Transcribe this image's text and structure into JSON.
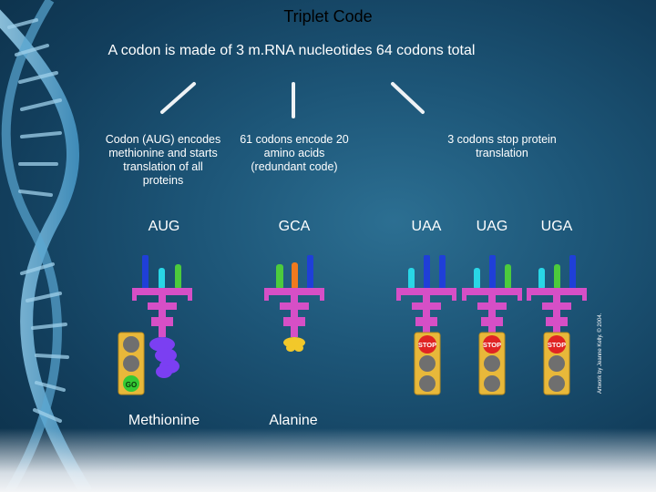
{
  "slide": {
    "title": "Triplet Code",
    "subtitle": "A codon is made of 3 m.RNA nucleotides 64 codons total",
    "notes": {
      "start": "Codon (AUG) encodes methionine and starts translation of all proteins",
      "encode": "61 codons encode 20 amino acids (redundant code)",
      "stop": "3 codons stop protein translation"
    },
    "codons": [
      "AUG",
      "GCA",
      "UAA",
      "UAG",
      "UGA"
    ],
    "amino_acids": [
      "Methionine",
      "Alanine"
    ],
    "signals": {
      "go": "GO",
      "stop": "STOP"
    },
    "credit": "Artwork by Jeanne Kelly. © 2004."
  },
  "colors": {
    "trna": "#d64fc6",
    "nuc_blue": "#1f3fd8",
    "nuc_cyan": "#29d6e6",
    "nuc_green": "#4ccb3c",
    "nuc_orange": "#f07a1e",
    "methionine": "#7b3ff2",
    "alanine": "#f2c82a",
    "light_housing": "#e8b83a",
    "light_off": "#6f6f6f",
    "stop_light": "#e02424",
    "go_light": "#34c934"
  }
}
